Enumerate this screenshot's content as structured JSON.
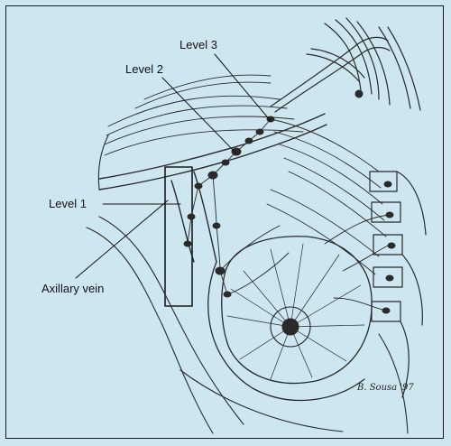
{
  "labels": {
    "level_3": "Level 3",
    "level_2": "Level 2",
    "level_1": "Level 1",
    "axillary_vein": "Axillary vein"
  },
  "signature": "B. Sousa '97",
  "colors": {
    "background": "#cde6ef",
    "ink": "#1b1b1b",
    "line": "#2a2a2a"
  }
}
